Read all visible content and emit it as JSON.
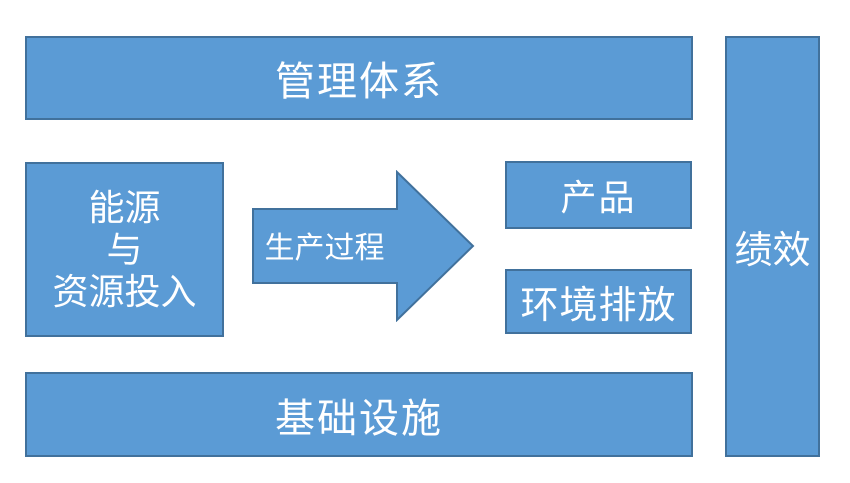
{
  "diagram": {
    "nodes": {
      "management_system": {
        "label": "管理体系"
      },
      "energy_resource_input": {
        "lines": [
          "能源",
          "与",
          "资源投入"
        ]
      },
      "production_process": {
        "label": "生产过程"
      },
      "product": {
        "label": "产品"
      },
      "environmental_emission": {
        "label": "环境排放"
      },
      "infrastructure": {
        "label": "基础设施"
      },
      "performance": {
        "label": "绩效"
      }
    },
    "colors": {
      "shape_fill": "#5B9BD5",
      "shape_border": "#41719C",
      "label_text": "#FFFFFF",
      "background": "#FFFFFF"
    }
  }
}
